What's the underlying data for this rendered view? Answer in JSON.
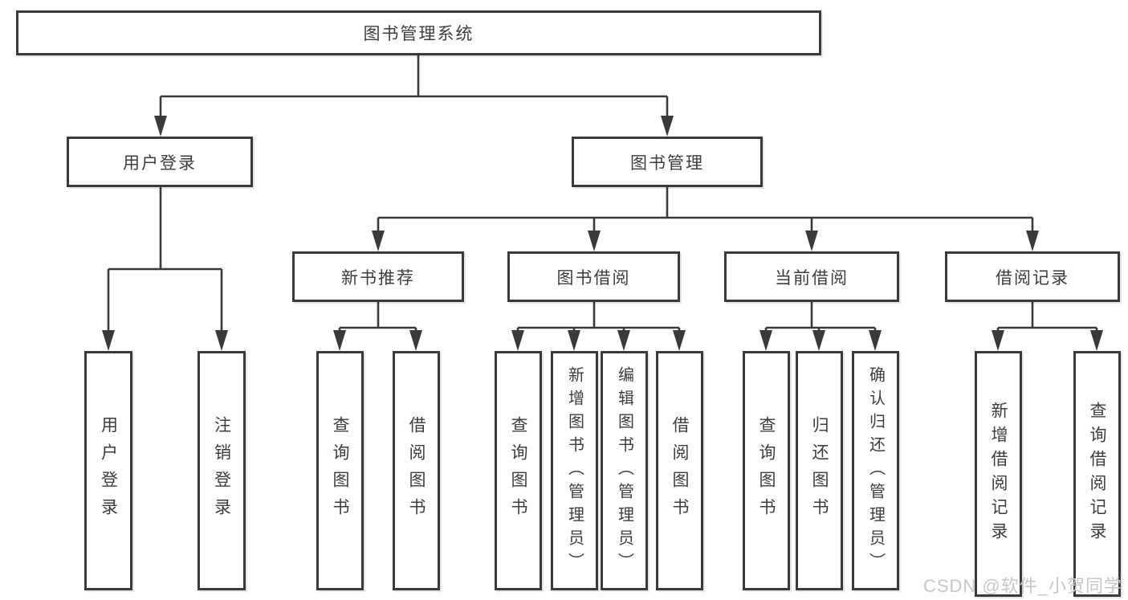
{
  "diagram_type": "hierarchy-tree",
  "tree": {
    "root": {
      "id": "library-management-system",
      "label": "图书管理系统"
    },
    "level2": [
      {
        "id": "user-login",
        "label": "用户登录",
        "parent": "library-management-system"
      },
      {
        "id": "book-management",
        "label": "图书管理",
        "parent": "library-management-system"
      }
    ],
    "level3": [
      {
        "id": "new-book-recommend",
        "label": "新书推荐",
        "parent": "book-management"
      },
      {
        "id": "book-borrowing",
        "label": "图书借阅",
        "parent": "book-management"
      },
      {
        "id": "current-borrowing",
        "label": "当前借阅",
        "parent": "book-management"
      },
      {
        "id": "borrowing-records",
        "label": "借阅记录",
        "parent": "book-management"
      }
    ],
    "leaves": [
      {
        "id": "user-login-action",
        "label": "用户登录",
        "parent": "user-login"
      },
      {
        "id": "logout-action",
        "label": "注销登录",
        "parent": "user-login"
      },
      {
        "id": "query-books-recommend",
        "label": "查询图书",
        "parent": "new-book-recommend"
      },
      {
        "id": "borrow-books-recommend",
        "label": "借阅图书",
        "parent": "new-book-recommend"
      },
      {
        "id": "query-books-borrowing",
        "label": "查询图书",
        "parent": "book-borrowing"
      },
      {
        "id": "add-books-admin",
        "label": "新增图书（管理员）",
        "parent": "book-borrowing"
      },
      {
        "id": "edit-books-admin",
        "label": "编辑图书（管理员）",
        "parent": "book-borrowing"
      },
      {
        "id": "borrow-books-borrowing",
        "label": "借阅图书",
        "parent": "book-borrowing"
      },
      {
        "id": "query-books-current",
        "label": "查询图书",
        "parent": "current-borrowing"
      },
      {
        "id": "return-books",
        "label": "归还图书",
        "parent": "current-borrowing"
      },
      {
        "id": "confirm-return-admin",
        "label": "确认归还（管理员）",
        "parent": "current-borrowing"
      },
      {
        "id": "add-borrowing-record",
        "label": "新增借阅记录",
        "parent": "borrowing-records"
      },
      {
        "id": "query-borrowing-record",
        "label": "查询借阅记录",
        "parent": "borrowing-records"
      }
    ]
  },
  "watermark": "CSDN @软件_小贺同学",
  "colors": {
    "line": "#3a3a3a",
    "text": "#3d3d3d",
    "box_bg": "#ffffff",
    "bg": "#ffffff",
    "watermark": "#c6c6c6"
  }
}
